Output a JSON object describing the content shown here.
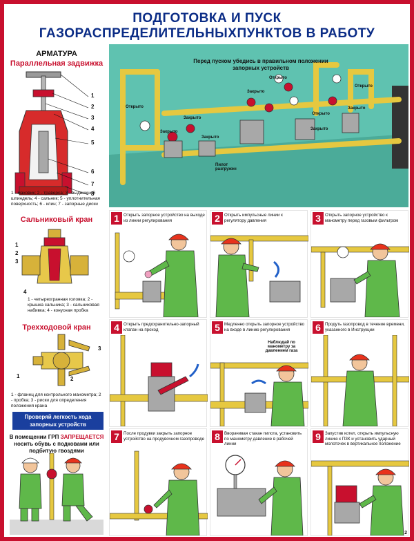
{
  "title": {
    "line1": "ПОДГОТОВКА И ПУСК",
    "line2": "ГАЗОРАСПРЕДЕЛИТЕЛЬНЫХПУНКТОВ В РАБОТУ"
  },
  "left": {
    "armatura": "АРМАТУРА",
    "parallel": "Параллельная задвижка",
    "parallel_nums": [
      "1",
      "2",
      "3",
      "4",
      "5",
      "6",
      "7",
      "8"
    ],
    "parallel_legend": "1 - маховик; 2 - траверса; 3 - выдвижной шпиндель; 4 - сальник; 5 - уплотнительная поверхность; 6 - клин; 7 - запорные диски",
    "salnik": "Сальниковый кран",
    "salnik_nums": [
      "1",
      "2",
      "3",
      "4"
    ],
    "salnik_legend": "1 - четырехгранная головка; 2 - крышка сальника; 3 - сальниковая набивка; 4 - конусная пробка",
    "trekh": "Трехходовой кран",
    "trekh_nums": [
      "1",
      "2",
      "3"
    ],
    "trekh_legend": "1 - фланец для контрольного манометра; 2 - пробка; 3 - риски для определения положения крана",
    "check": "Проверяй легкость хода запорных устройств"
  },
  "warning": {
    "part1": "В помещении ГРП ",
    "red": "ЗАПРЕЩАЕТСЯ",
    "part2": "носить обувь с подковами или подбитую гвоздями"
  },
  "scene": {
    "note": "Перед пуском убедись в правильном положении запорных устройств",
    "labels": {
      "open1": "Открыто",
      "closed1": "Закрыто",
      "closed2": "Закрыто",
      "closed3": "Закрыто",
      "closed4": "Закрыто",
      "open2": "Открыто",
      "open3": "Открыто",
      "closed5": "Закрыто",
      "open4": "Открыто",
      "closed6": "Закрыто",
      "pilot": "Пилот разгружен"
    }
  },
  "steps": [
    {
      "num": "1",
      "text": "Открыть запорное устройство на выходе из линии регулирования"
    },
    {
      "num": "2",
      "text": "Открыть импульсные линии к регулятору давления"
    },
    {
      "num": "3",
      "text": "Открыть запорное устройство к манометру перед газовым фильтром"
    },
    {
      "num": "4",
      "text": "Открыть предохранительно-запорный клапан на проход"
    },
    {
      "num": "5",
      "text": "Медленно открыть запорное устройство на входе в линию регулирования",
      "extra": "Наблюдай по манометру за давлением газа"
    },
    {
      "num": "6",
      "text": "Продуть газопровод в течение времени, указанного в Инструкции"
    },
    {
      "num": "7",
      "text": "После продувки закрыть запорное устройство на продувочном газопроводе"
    },
    {
      "num": "8",
      "text": "Вворачивая стакан пилота, установить по манометру давление в рабочей линии"
    },
    {
      "num": "9",
      "text": "Запустив котел, открыть импульсную линию к ПЗК и установить ударный молоточек в вертикальное положение"
    }
  ],
  "page_num": "2",
  "colors": {
    "red": "#c8102e",
    "blue": "#0b2c86",
    "pipe": "#e6c840",
    "worker": "#5fb84a",
    "helmet": "#e8321c",
    "scene_bg": "#5fc2b0"
  }
}
